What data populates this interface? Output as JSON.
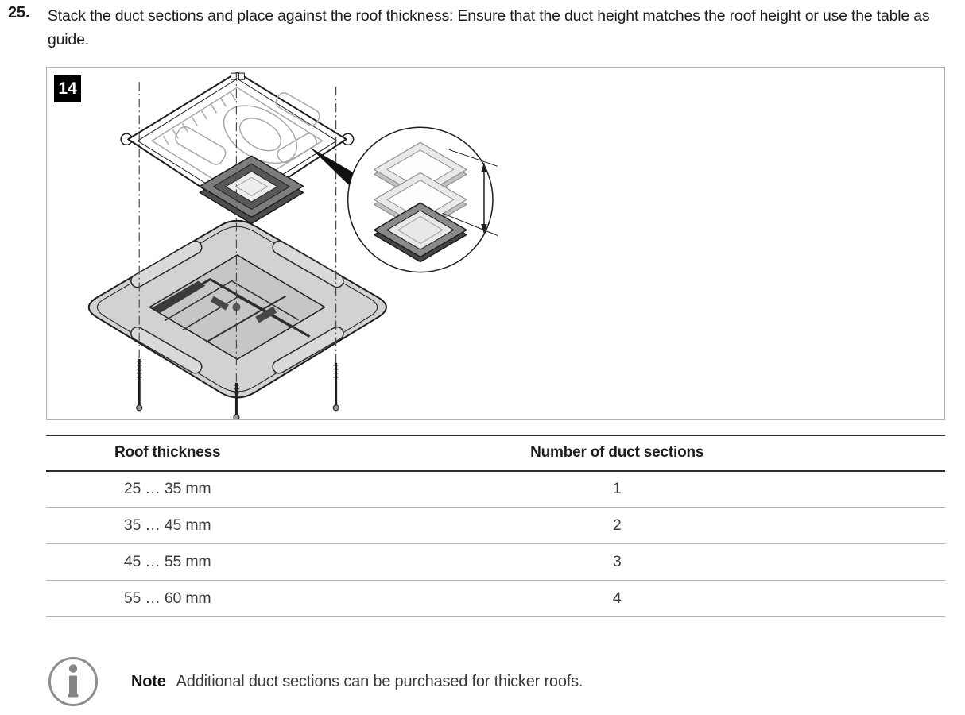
{
  "page": {
    "background": "#ffffff",
    "text_color": "#1d1d1b"
  },
  "step": {
    "number": "25.",
    "text": "Stack the duct sections and place against the roof thickness: Ensure that the duct height matches the roof height or use the table as guide."
  },
  "figure": {
    "number": "14",
    "description": "Exploded isometric view: roof unit underside, dark duct section gasket, ceiling panel with four mounting screws, and magnified detail of three stacked duct sections with height dimension arrow"
  },
  "table": {
    "headers": {
      "thickness": "Roof thickness",
      "sections": "Number of duct sections"
    },
    "rows": [
      {
        "thickness": "25 … 35 mm",
        "sections": "1"
      },
      {
        "thickness": "35 … 45 mm",
        "sections": "2"
      },
      {
        "thickness": "45 … 55 mm",
        "sections": "3"
      },
      {
        "thickness": "55 … 60 mm",
        "sections": "4"
      }
    ]
  },
  "note": {
    "icon": "info-icon",
    "label": "Note",
    "text": "Additional duct sections can be purchased for thicker roofs."
  },
  "colors": {
    "table_rule_dark": "#2e2e2e",
    "table_rule_light": "#b3b3b3",
    "figure_border": "#b0b0b0",
    "panel_gray": "#d2d2d2",
    "duct_dark": "#7d7d7d",
    "note_icon_gray": "#8d8d8d"
  }
}
